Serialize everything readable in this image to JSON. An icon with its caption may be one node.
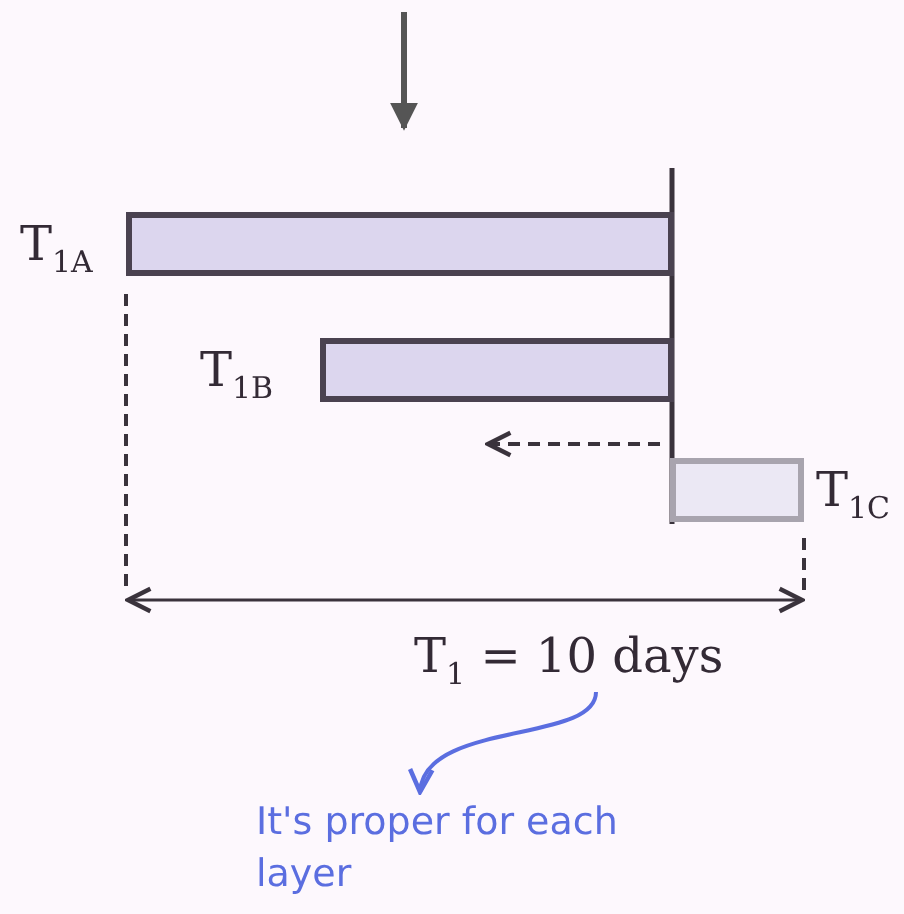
{
  "diagram": {
    "nodes": [
      {
        "text": [
          "T$_{1A}$"
        ]
      },
      {
        "text": [
          "T$_{1B}$"
        ]
      },
      {
        "text": [
          "T$_{1C}$"
        ]
      },
      {
        "text": [
          "T$_{1}$ = 10 days"
        ]
      },
      {
        "text": [
          "It's proper for each layer"
        ]
      }
    ],
    "edges": [
      {
        "from": 3,
        "to": 4,
        "arrow": "to",
        "color": "#5b6ee0"
      }
    ]
  }
}
